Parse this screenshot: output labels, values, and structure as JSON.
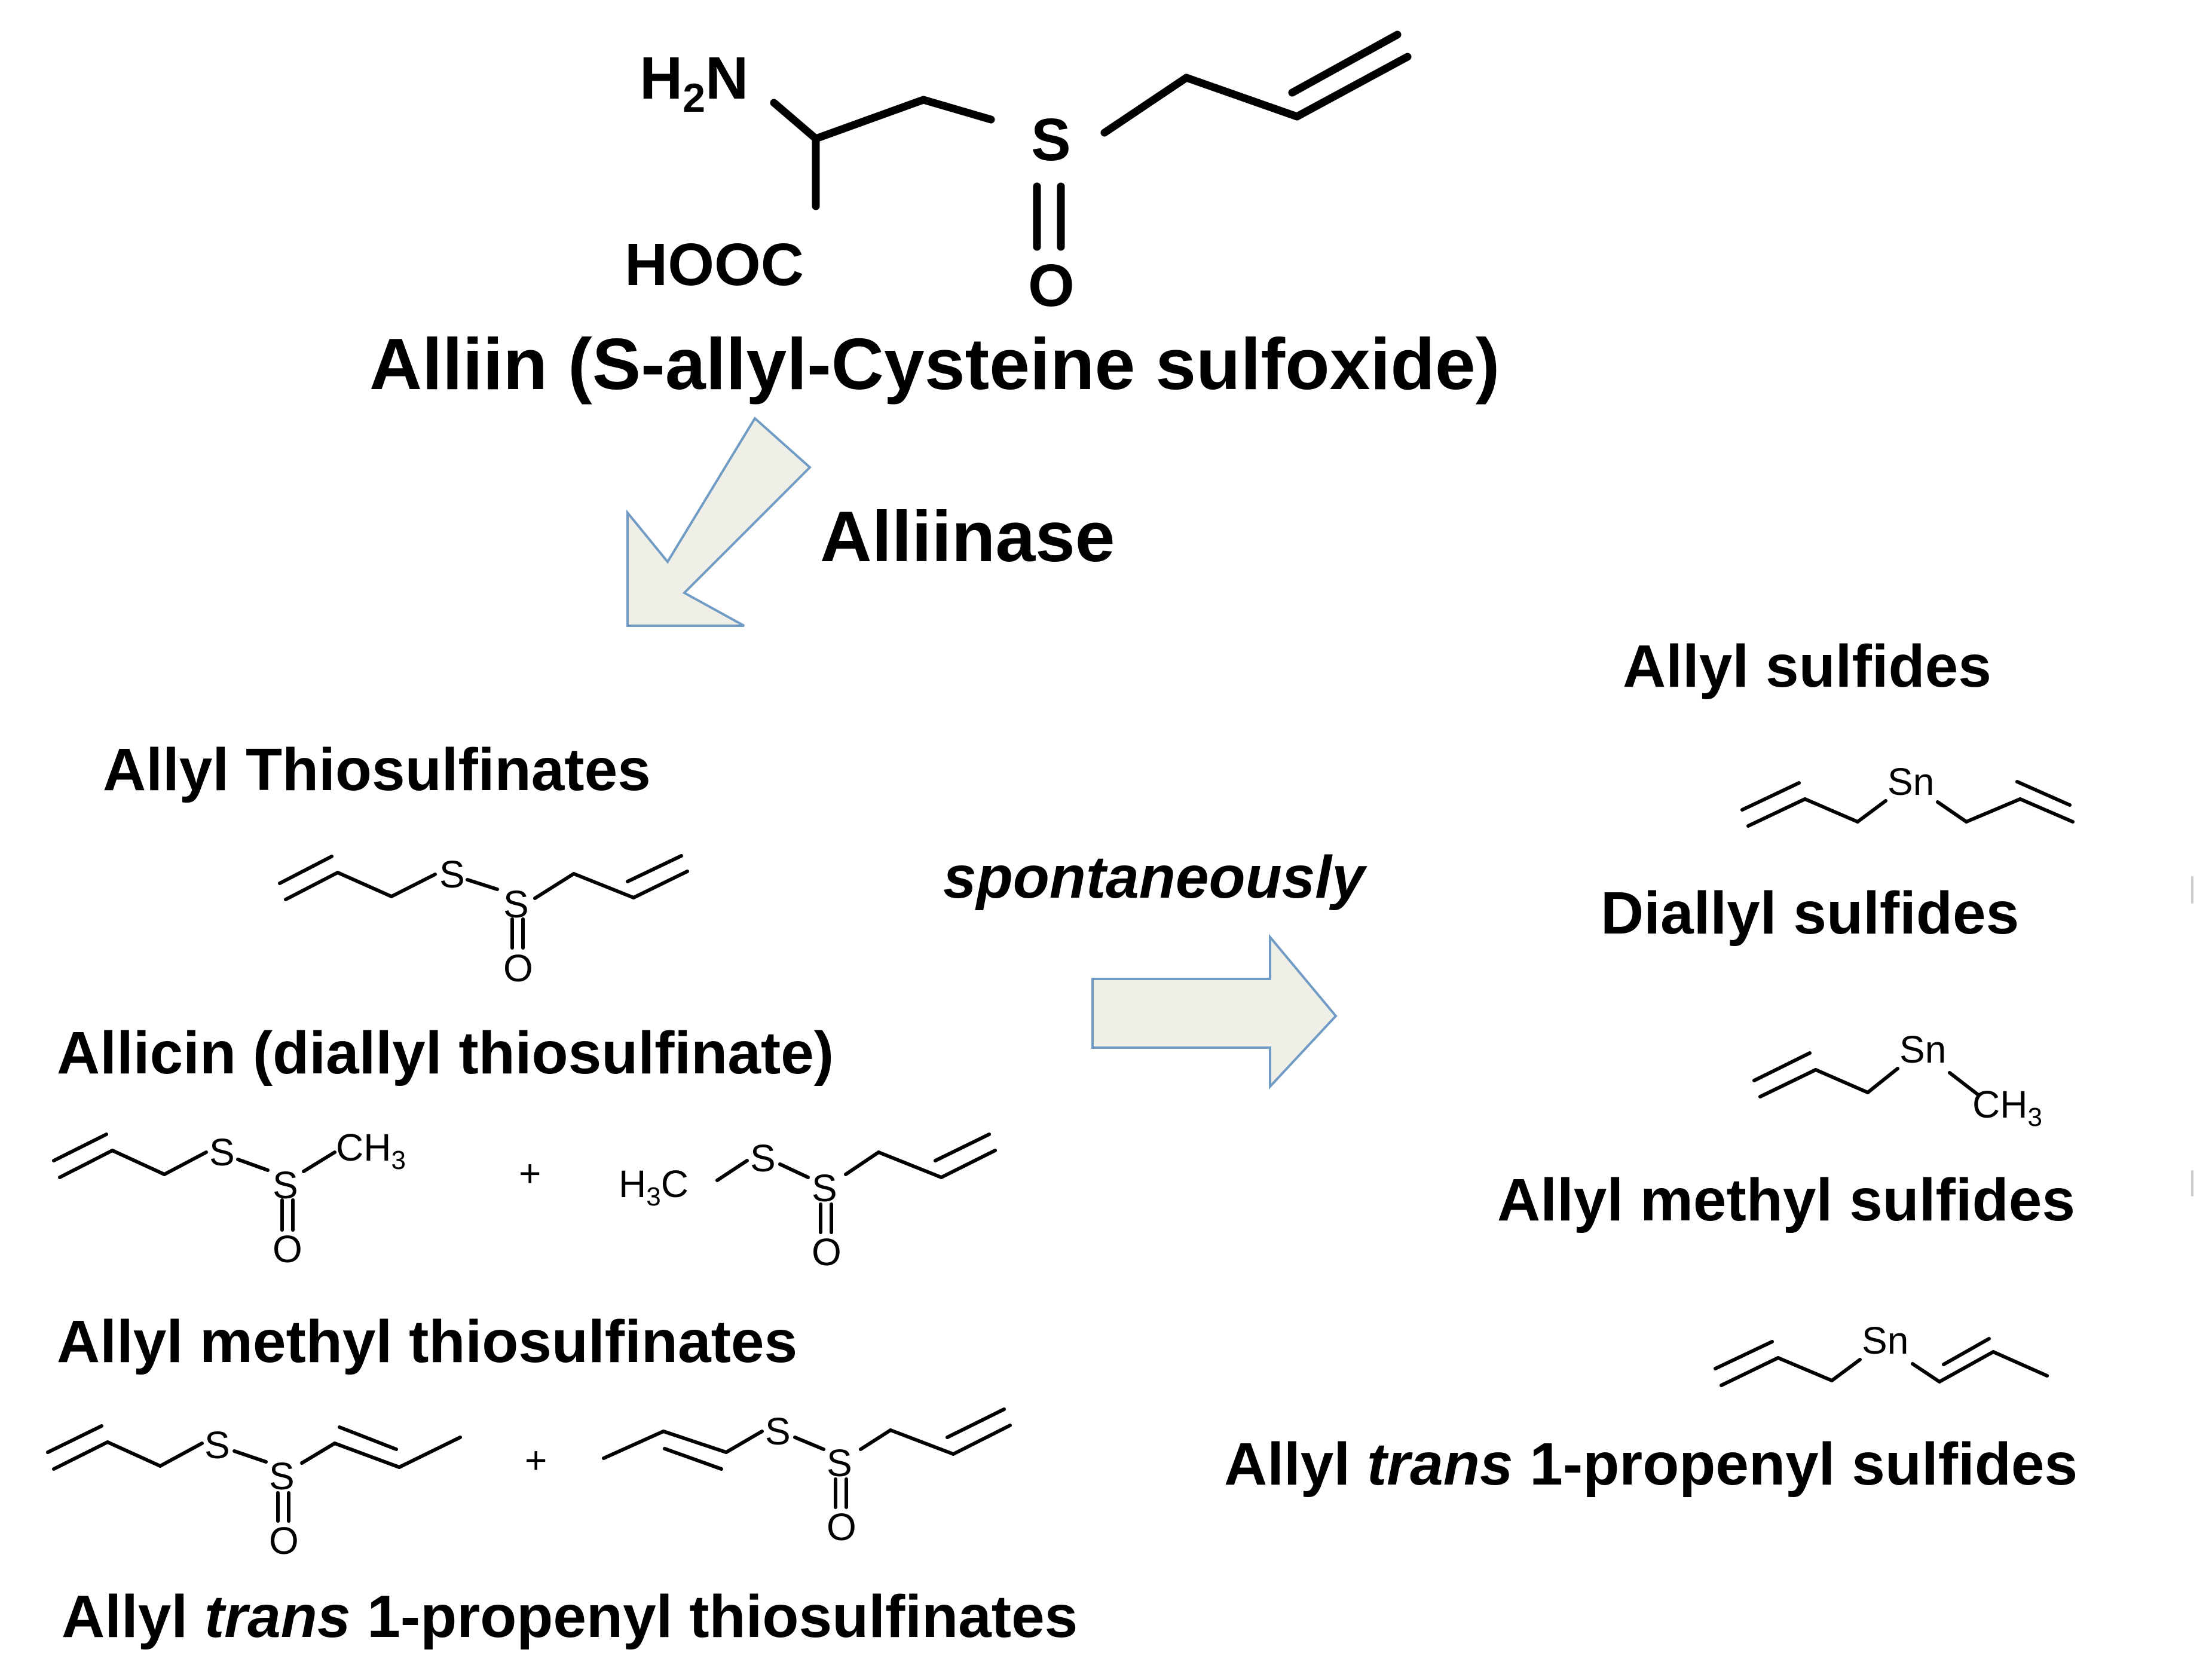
{
  "substrate": {
    "name": "Alliin (S-allyl-Cysteine sulfoxide)",
    "atoms": {
      "amine_h": "H",
      "amine_sub": "2",
      "amine_n": "N",
      "acid": "HOOC",
      "sulfur": "S",
      "oxygen": "O"
    }
  },
  "enzyme": {
    "label": "Alliinase"
  },
  "conversion": {
    "label": "spontaneously"
  },
  "thiosulfinates": {
    "heading": "Allyl Thiosulfinates",
    "allicin": {
      "name": "Allicin (diallyl thiosulfinate)",
      "atoms": {
        "s1": "S",
        "s2": "S",
        "o": "O"
      }
    },
    "allyl_methyl": {
      "name": "Allyl methyl thiosulfinates",
      "plus": "+",
      "atoms": {
        "s": "S",
        "o": "O",
        "c": "C",
        "h": "H",
        "h3": "H",
        "sub3": "3"
      }
    },
    "allyl_propenyl": {
      "name_pre": "Allyl ",
      "name_italic": "trans",
      "name_post": " 1-propenyl thiosulfinates",
      "plus": "+",
      "atoms": {
        "s": "S",
        "o": "O"
      }
    }
  },
  "sulfides": {
    "heading": "Allyl sulfides",
    "diallyl": {
      "name": "Diallyl sulfides",
      "atoms": {
        "sn": "Sn"
      }
    },
    "allyl_methyl": {
      "name": "Allyl methyl sulfides",
      "atoms": {
        "sn": "Sn",
        "ch": "CH",
        "sub3": "3"
      }
    },
    "allyl_propenyl": {
      "name_pre": "Allyl ",
      "name_italic": "trans",
      "name_post": " 1-propenyl sulfides",
      "atoms": {
        "sn": "Sn"
      }
    }
  },
  "colors": {
    "arrow_fill": "#efefe7",
    "arrow_stroke": "#6f9bc5",
    "text": "#000000"
  }
}
